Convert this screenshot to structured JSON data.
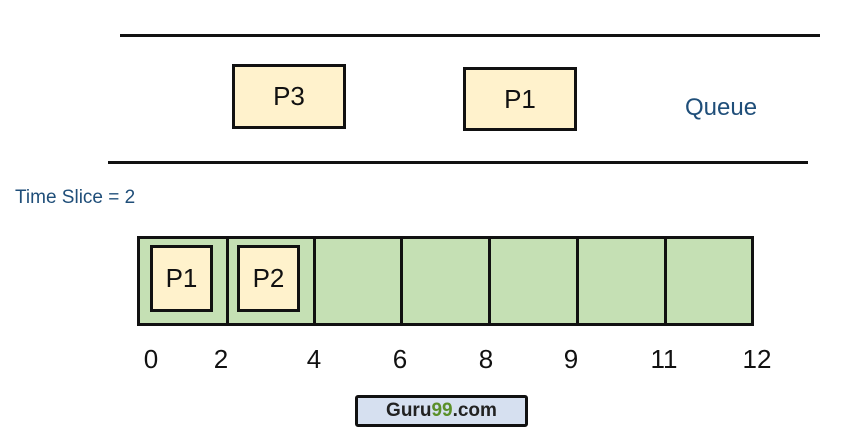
{
  "queue": {
    "label": "Queue",
    "processes": [
      "P3",
      "P1"
    ]
  },
  "time_slice_label": "Time Slice = 2",
  "gantt": {
    "cells": [
      {
        "process": "P1"
      },
      {
        "process": "P2"
      },
      {
        "process": ""
      },
      {
        "process": ""
      },
      {
        "process": ""
      },
      {
        "process": ""
      },
      {
        "process": ""
      }
    ],
    "ticks": [
      "0",
      "2",
      "4",
      "6",
      "8",
      "9",
      "11",
      "12"
    ]
  },
  "logo": {
    "prefix": "Guru",
    "number": "99",
    "suffix": ".com"
  },
  "colors": {
    "cell": "#c5e0b4",
    "process": "#fff2cc",
    "text_blue": "#1f4e79",
    "logo_bg": "#d6e0f0",
    "logo_green": "#5a8f29"
  }
}
